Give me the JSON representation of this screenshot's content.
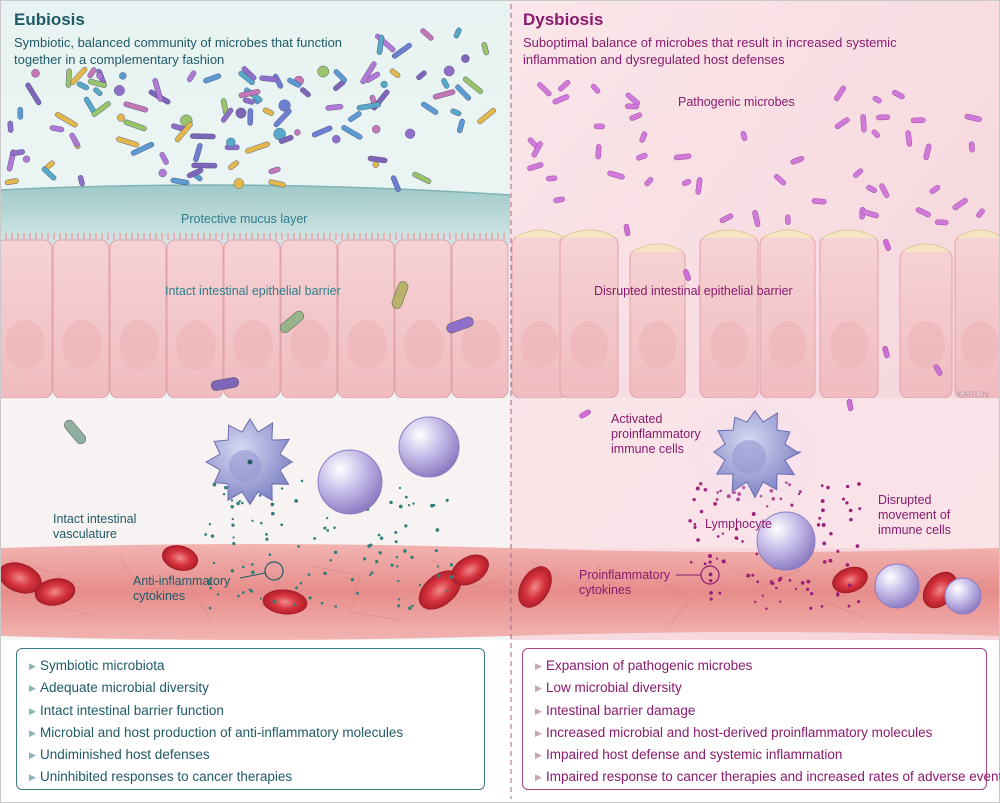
{
  "left": {
    "title": "Eubiosis",
    "subtitle_line1": "Symbiotic, balanced community of microbes that function",
    "subtitle_line2": "together in a complementary fashion",
    "labels": {
      "mucus": "Protective mucus layer",
      "barrier": "Intact intestinal epithelial barrier",
      "vasculature_line1": "Intact intestinal",
      "vasculature_line2": "vasculature",
      "cytokines_line1": "Anti-inflammatory",
      "cytokines_line2": "cytokines"
    },
    "summary": [
      "Symbiotic microbiota",
      "Adequate microbial diversity",
      "Intact intestinal barrier function",
      "Microbial and host production of anti-inflammatory molecules",
      "Undiminished host defenses",
      "Uninhibited responses to cancer therapies"
    ]
  },
  "right": {
    "title": "Dysbiosis",
    "subtitle_line1": "Suboptimal balance of microbes that result in increased systemic",
    "subtitle_line2": "inflammation and dysregulated host defenses",
    "labels": {
      "pathogenic": "Pathogenic microbes",
      "barrier": "Disrupted intestinal epithelial barrier",
      "activated_line1": "Activated",
      "activated_line2": "proinflammatory",
      "activated_line3": "immune cells",
      "lymphocyte": "Lymphocyte",
      "movement_line1": "Disrupted",
      "movement_line2": "movement of",
      "movement_line3": "immune cells",
      "cytokines_line1": "Proinflammatory",
      "cytokines_line2": "cytokines"
    },
    "summary": [
      "Expansion of pathogenic microbes",
      "Low microbial diversity",
      "Intestinal barrier damage",
      "Increased microbial and host-derived proinflammatory molecules",
      "Impaired host defense and systemic inflammation",
      "Impaired response to cancer therapies and increased rates of adverse events"
    ]
  },
  "signature": "KARLIN",
  "colors": {
    "teal_text": "#1f5a66",
    "magenta_text": "#8a1a6e",
    "left_bg": "#e4f1f0",
    "right_bg": "#f7d9df",
    "epithelium": "#f4c5c8",
    "vessel": "#e98e8d",
    "rbc": "#d7303a",
    "immune_cell": "#a99ad3"
  }
}
